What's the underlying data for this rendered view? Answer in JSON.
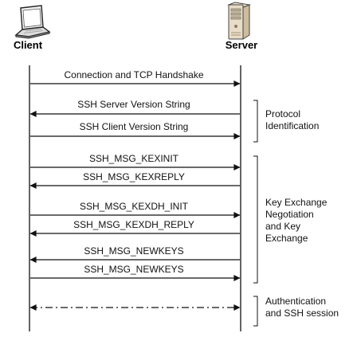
{
  "participants": {
    "client": {
      "label": "Client",
      "icon": "laptop-icon"
    },
    "server": {
      "label": "Server",
      "icon": "server-tower-icon"
    }
  },
  "messages": [
    {
      "label": "Connection and TCP Handshake",
      "direction": "client-to-server",
      "style": "solid"
    },
    {
      "label": "SSH Server Version String",
      "direction": "server-to-client",
      "style": "solid"
    },
    {
      "label": "SSH Client Version String",
      "direction": "client-to-server",
      "style": "solid"
    },
    {
      "label": "SSH_MSG_KEXINIT",
      "direction": "client-to-server",
      "style": "solid"
    },
    {
      "label": "SSH_MSG_KEXREPLY",
      "direction": "server-to-client",
      "style": "solid"
    },
    {
      "label": "SSH_MSG_KEXDH_INIT",
      "direction": "client-to-server",
      "style": "solid"
    },
    {
      "label": "SSH_MSG_KEXDH_REPLY",
      "direction": "server-to-client",
      "style": "solid"
    },
    {
      "label": "SSH_MSG_NEWKEYS",
      "direction": "server-to-client",
      "style": "solid"
    },
    {
      "label": "SSH_MSG_NEWKEYS",
      "direction": "client-to-server",
      "style": "solid"
    },
    {
      "label": "",
      "direction": "bidirectional",
      "style": "dash-dot"
    }
  ],
  "phases": [
    {
      "lines": [
        "Protocol",
        "Identification"
      ]
    },
    {
      "lines": [
        "Key Exchange",
        "Negotiation",
        "and Key",
        "Exchange"
      ]
    },
    {
      "lines": [
        "Authentication",
        "and SSH session"
      ]
    }
  ],
  "colors": {
    "line": "#111111",
    "server_body": "#e8dcc6",
    "server_side": "#cdbd9f"
  }
}
